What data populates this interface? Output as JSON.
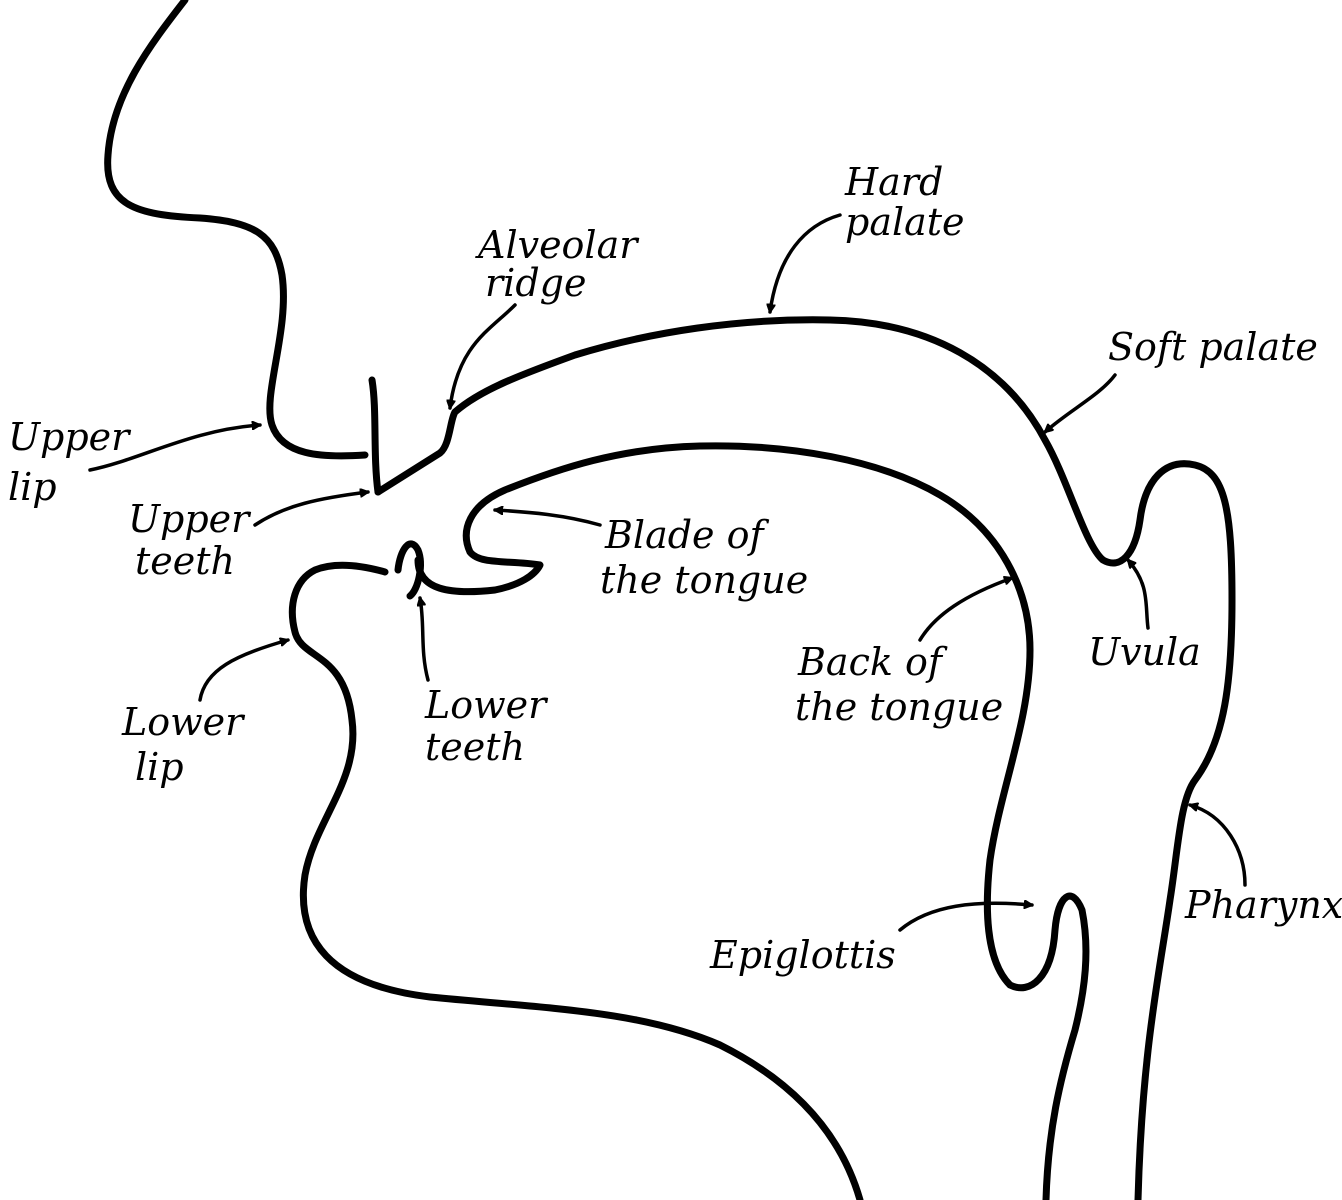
{
  "diagram": {
    "labels": {
      "hard_palate": [
        "Hard",
        "palate"
      ],
      "alveolar_ridge": [
        "Alveolar",
        "ridge"
      ],
      "soft_palate": [
        "Soft palate"
      ],
      "upper_lip": [
        "Upper",
        "lip"
      ],
      "upper_teeth": [
        "Upper",
        "teeth"
      ],
      "blade_of_tongue": [
        "Blade of",
        "the tongue"
      ],
      "back_of_tongue": [
        "Back of",
        "the tongue"
      ],
      "uvula": [
        "Uvula"
      ],
      "lower_lip": [
        "Lower",
        "lip"
      ],
      "lower_teeth": [
        "Lower",
        "teeth"
      ],
      "pharynx": [
        "Pharynx"
      ],
      "epiglottis": [
        "Epiglottis"
      ]
    }
  }
}
